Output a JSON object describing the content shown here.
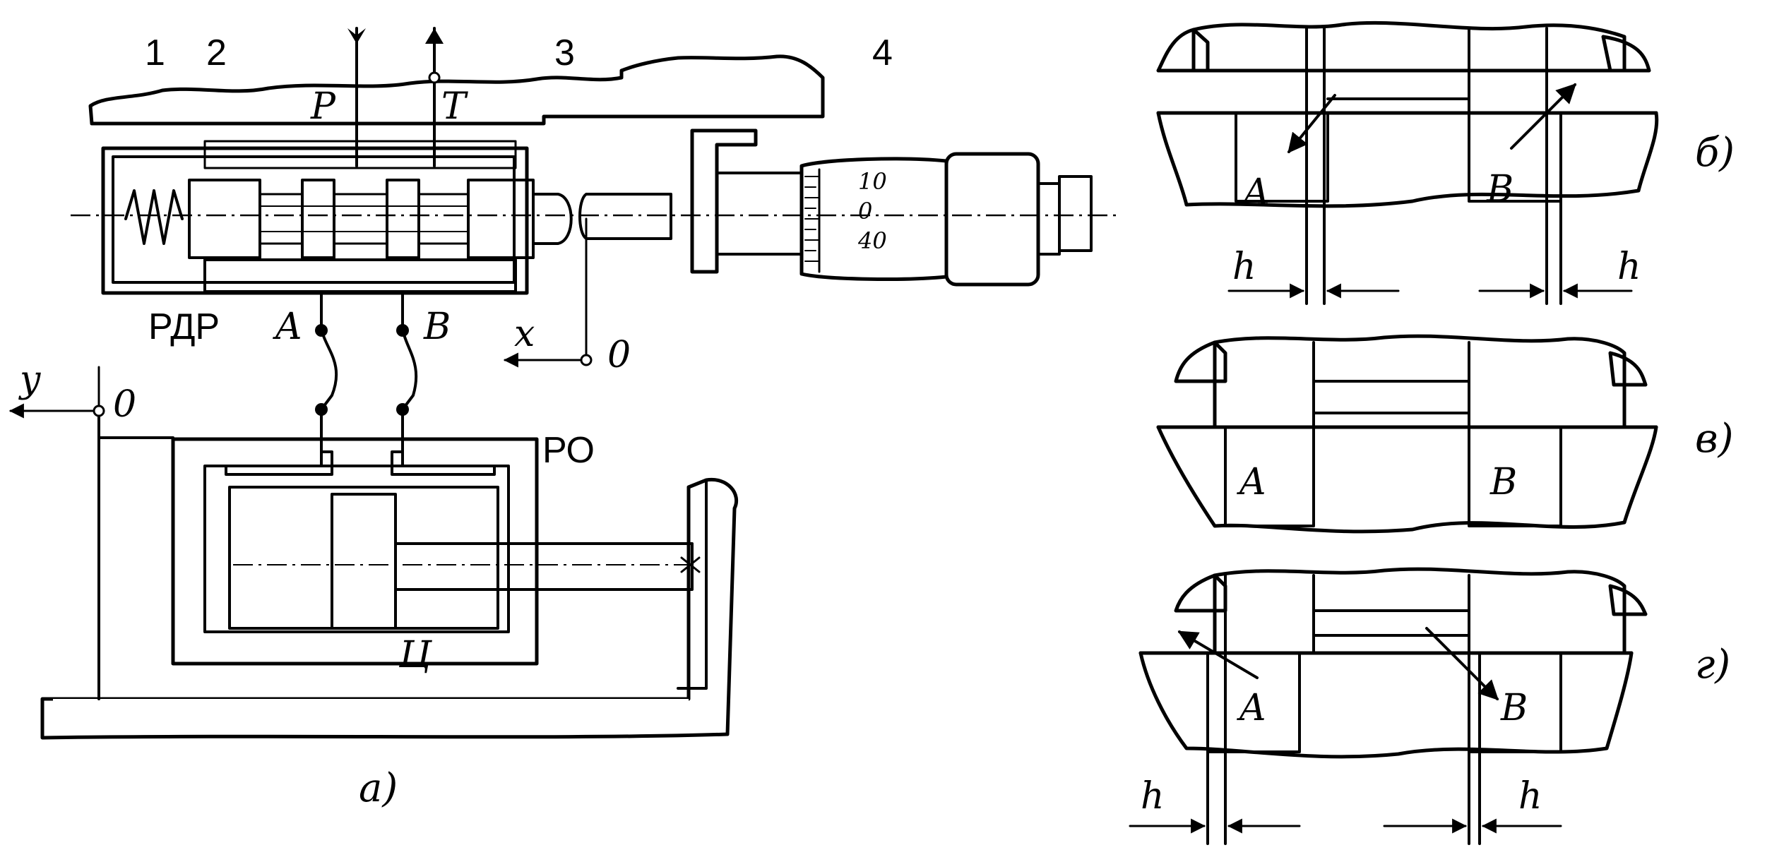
{
  "fig_a": {
    "num_1": "1",
    "num_2": "2",
    "num_3": "3",
    "num_4": "4",
    "port_p": "P",
    "port_t": "T",
    "valve_name": "РДР",
    "port_a": "A",
    "port_b": "B",
    "axis_x": "x",
    "origin_x": "0",
    "axis_y": "y",
    "origin_y": "0",
    "load_name": "РО",
    "cylinder_name": "Ц",
    "scale_top": "10",
    "scale_mid": "0",
    "scale_bot": "40",
    "caption": "а)"
  },
  "fig_b": {
    "port_a": "A",
    "port_b": "B",
    "gap_left": "h",
    "gap_right": "h",
    "caption": "б)"
  },
  "fig_v": {
    "port_a": "A",
    "port_b": "B",
    "caption": "в)"
  },
  "fig_g": {
    "port_a": "A",
    "port_b": "B",
    "gap_left": "h",
    "gap_right": "h",
    "caption": "г)"
  },
  "colors": {
    "ink": "#000000",
    "paper": "#ffffff"
  }
}
